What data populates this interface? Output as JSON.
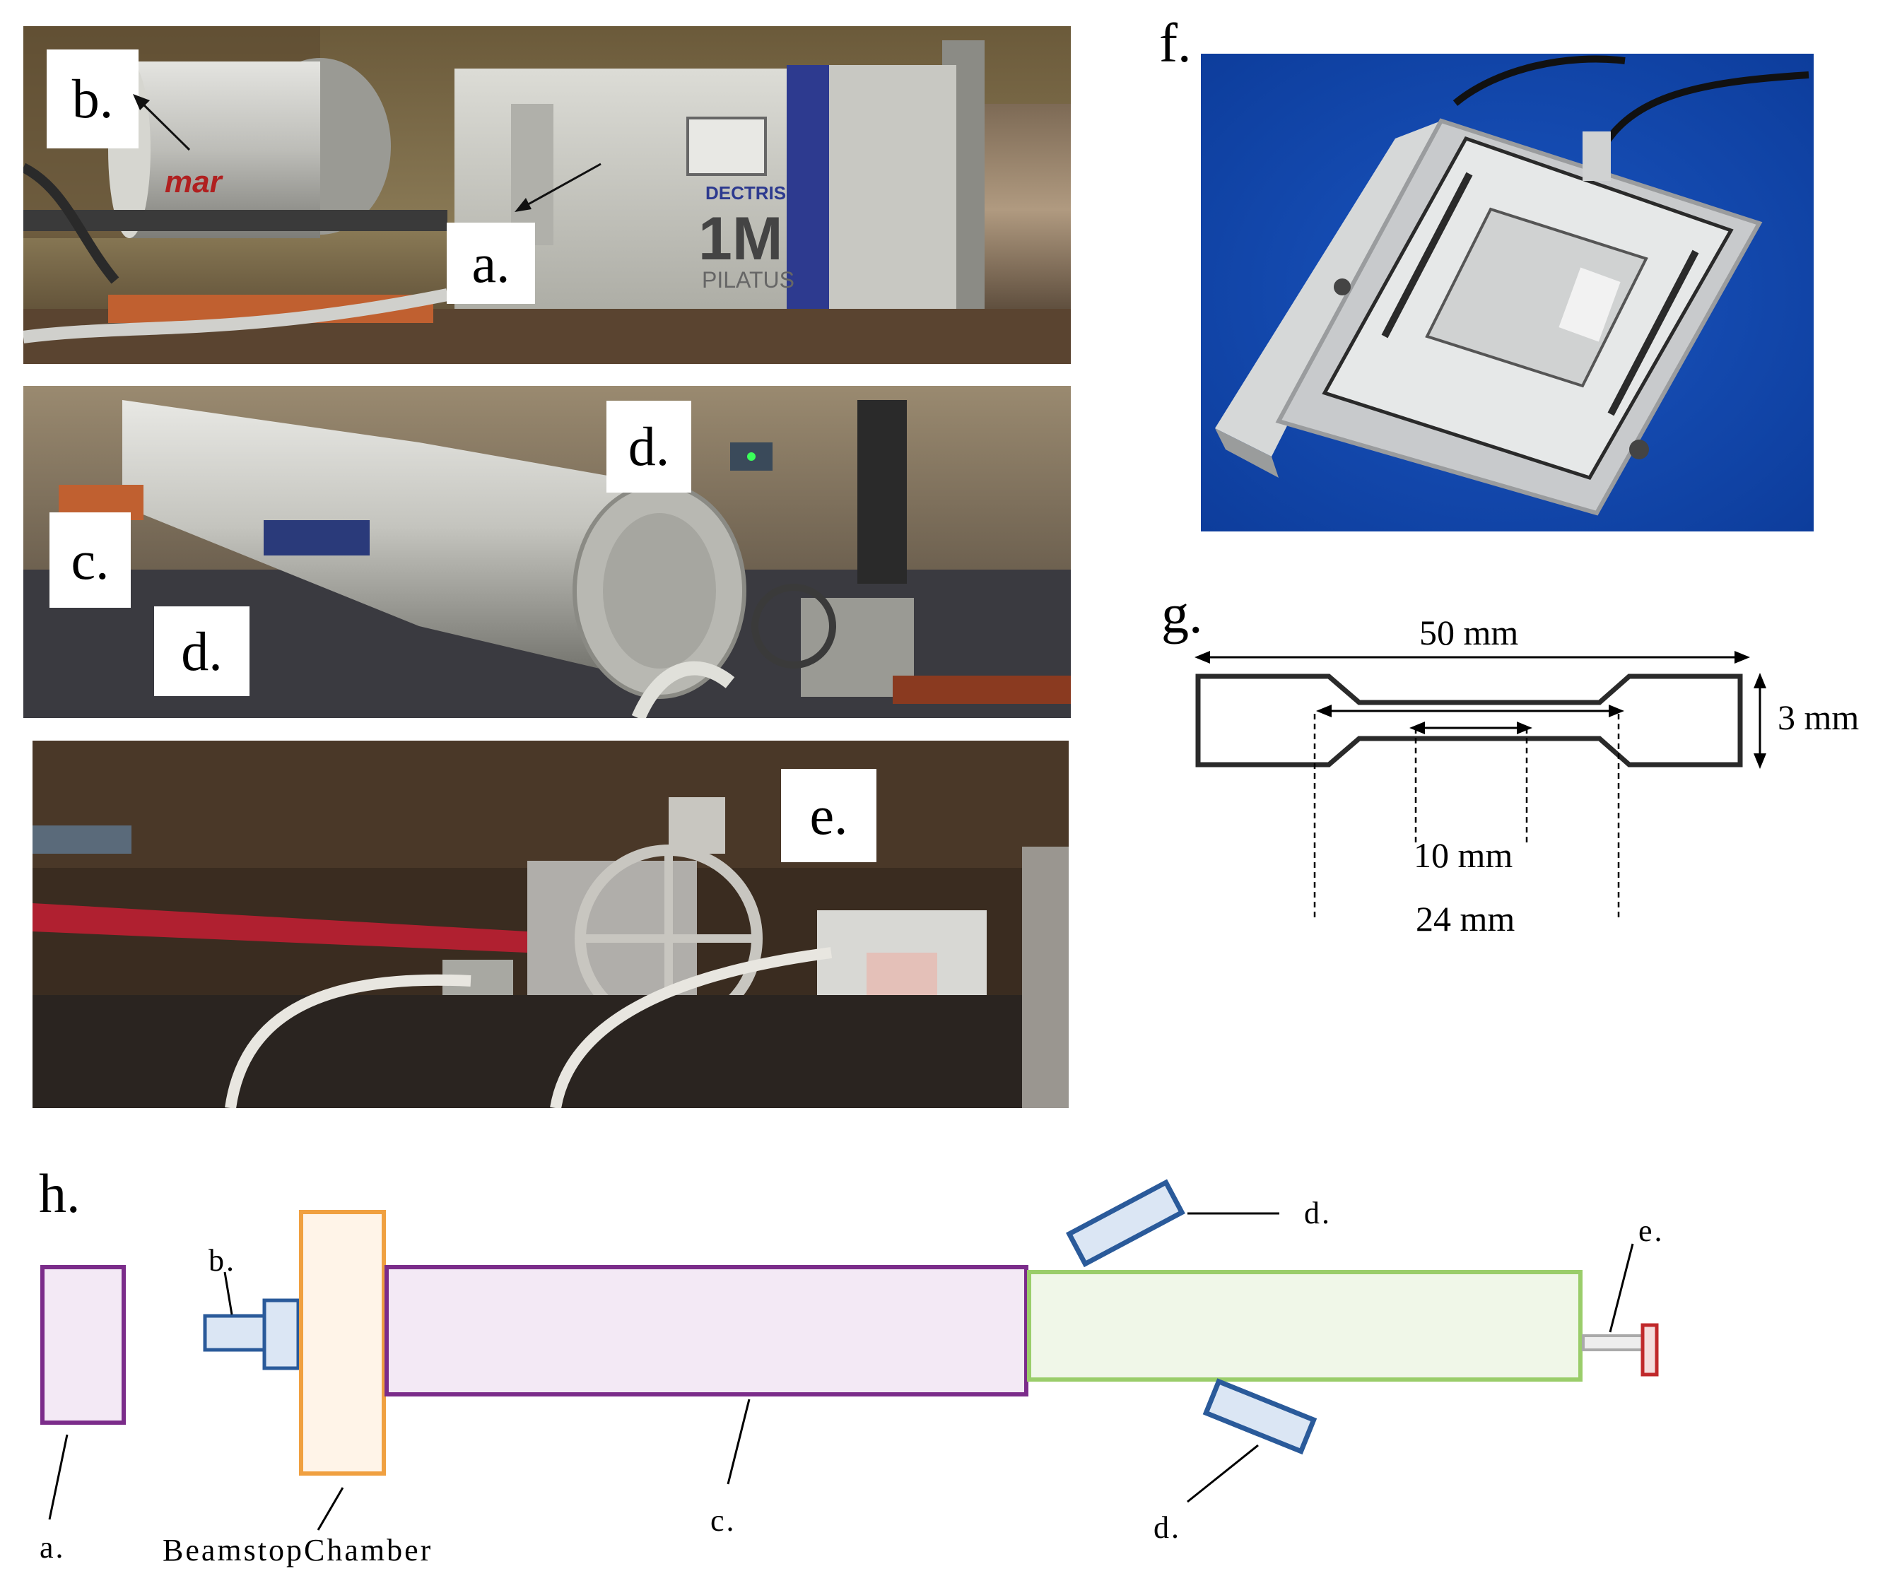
{
  "panel_a": {
    "label_a": "a.",
    "label_b": "b.",
    "brand_mar": "mar",
    "brand_dectris": "DECTRIS",
    "brand_1m": "1M",
    "brand_pilatus": "PILATUS"
  },
  "panel_c": {
    "label_c": "c.",
    "label_d_top": "d.",
    "label_d_bottom": "d."
  },
  "panel_e": {
    "label_e": "e."
  },
  "panel_f": {
    "letter": "f."
  },
  "panel_g": {
    "letter": "g.",
    "dim_length": "50 mm",
    "dim_width": "3 mm",
    "dim_gauge": "10 mm",
    "dim_parallel": "24 mm"
  },
  "panel_h": {
    "letter": "h.",
    "label_a": "a.",
    "label_b": "b.",
    "label_beamstop": "Beamstop",
    "label_chamber": "Chamber",
    "label_c": "c.",
    "label_d_top": "d.",
    "label_d_bottom": "d.",
    "label_e": "e."
  },
  "colors": {
    "detector_purple": "#7b2c8a",
    "fill_lavender": "#f3e9f5",
    "beamstop_orange": "#f0a040",
    "fill_cream": "#fff4e8",
    "chamber_green": "#9acd6a",
    "fill_mint": "#f0f7e8",
    "waxs_blue": "#2a5a9a",
    "fill_lightblue": "#dbe6f4",
    "stage_red": "#c0282a",
    "photo_blue_bg": "#0d3d9c"
  }
}
